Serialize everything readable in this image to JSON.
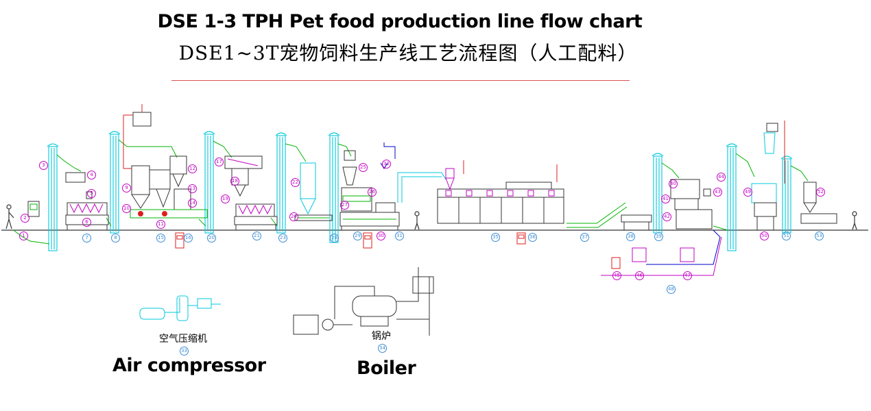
{
  "header": {
    "title_en": "DSE 1-3 TPH Pet food production line flow chart",
    "title_cn": "DSE1~3T宠物饲料生产线工艺流程图（人工配料）"
  },
  "utilities": {
    "air_compressor_cn": "空气压缩机",
    "air_compressor_en": "Air compressor",
    "air_compressor_no": "33",
    "boiler_cn": "锅炉",
    "boiler_en": "Boiler",
    "boiler_no": "34"
  },
  "colors": {
    "elevator": "#00c8dc",
    "pipe": "#00b400",
    "steam": "#dc1e1e",
    "marker": "#c300c3",
    "conveyor": "#00b400",
    "equipment": "#222222"
  }
}
